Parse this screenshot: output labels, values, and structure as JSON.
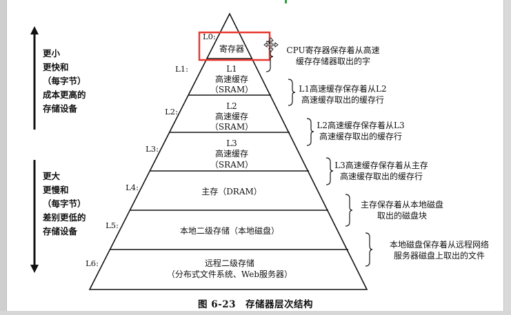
{
  "left_annotations": {
    "top": [
      "更小",
      "更快和",
      "（每字节）",
      "成本更高的",
      "存储设备"
    ],
    "bottom": [
      "更大",
      "更慢和",
      "（每字节）",
      "差别更低的",
      "存储设备"
    ]
  },
  "levels": [
    {
      "tag": "L0:",
      "lines": [
        "寄存器"
      ]
    },
    {
      "tag": "L1:",
      "lines": [
        "L1",
        "高速缓存",
        "（SRAM）"
      ]
    },
    {
      "tag": "L2:",
      "lines": [
        "L2",
        "高速缓存",
        "（SRAM）"
      ]
    },
    {
      "tag": "L3:",
      "lines": [
        "L3",
        "高速缓存",
        "（SRAM）"
      ]
    },
    {
      "tag": "L4:",
      "lines": [
        "主存（DRAM）"
      ]
    },
    {
      "tag": "L5:",
      "lines": [
        "本地二级存储（本地磁盘）"
      ]
    },
    {
      "tag": "L6:",
      "lines": [
        "远程二级存储",
        "（分布式文件系统、Web服务器）"
      ]
    }
  ],
  "right_annotations": [
    [
      "CPU寄存器保存着从高速",
      "缓存存储器取出的字"
    ],
    [
      "L1高速缓存保存着从L2",
      "高速缓存取出的缓存行"
    ],
    [
      "L2高速缓存保存着从L3",
      "高速缓存取出的缓存行"
    ],
    [
      "L3高速缓存保存着从主存",
      "高速缓存取出的缓存行"
    ],
    [
      "主存保存着从本地磁盘",
      "取出的磁盘块"
    ],
    [
      "本地磁盘保存着从远程网络",
      "服务器磁盘上取出的文件"
    ]
  ],
  "caption": {
    "figure": "图 6-23",
    "title": "存储器层次结构"
  },
  "colors": {
    "highlight": "#e8372c",
    "ink": "#111111",
    "accent": "#2ea043"
  },
  "icons": {
    "cursor": "move-cursor-icon"
  }
}
